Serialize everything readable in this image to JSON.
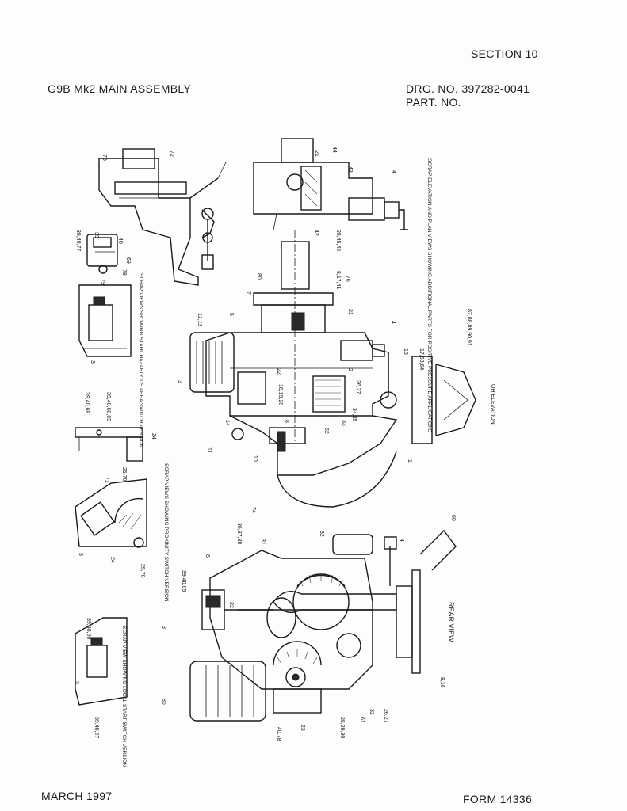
{
  "header": {
    "section": "SECTION 10",
    "title": "G9B Mk2 MAIN ASSEMBLY",
    "drawing_number": "DRG. NO. 397282-0041",
    "part_number": "PART. NO."
  },
  "footer": {
    "date": "MARCH 1997",
    "form": "FORM 14336"
  },
  "view_titles": {
    "rear_view": "REAR VIEW",
    "elevation": "OH ELEVATION",
    "scrap_positive": "SCRAP ELEVATION AND PLAN VIEWS SHOWING ADDITIONAL PARTS FOR POSITIVE PRESSURE APPLICATIONS",
    "scrap_hazardous": "SCRAP VIEWS SHOWING STAHL HAZARDOUS AREA SWITCH VERSION",
    "scrap_proximity": "SCRAP VIEWS SHOWING PROXIMITY SWITCH VERSION",
    "scrap_local": "SCRAP VIEW SHOWING LOCAL START SWITCH VERSION"
  },
  "part_labels": [
    "73",
    "72",
    "39,40,77",
    "39",
    "40",
    "78",
    "69",
    "79",
    "3",
    "21",
    "44",
    "43",
    "4",
    "42",
    "28,45,46",
    "12,13",
    "5",
    "80",
    "7",
    "8,17,41",
    "76",
    "21",
    "4",
    "15",
    "17,63,64",
    "87,88,89,90,91",
    "22",
    "18,19,20",
    "2",
    "26,27",
    "14",
    "3",
    "33",
    "34,35",
    "8",
    "62",
    "11",
    "10",
    "1",
    "39,40,68",
    "39,40,68,69",
    "24",
    "25,70",
    "71",
    "3",
    "24",
    "25,70",
    "74",
    "36,37,38",
    "31",
    "32",
    "6",
    "39,40,65",
    "3",
    "22",
    "60",
    "4",
    "39,40,66",
    "3",
    "39,40,67",
    "86",
    "40,78",
    "23",
    "28,29,30",
    "61",
    "32",
    "26,27",
    "8,16"
  ]
}
